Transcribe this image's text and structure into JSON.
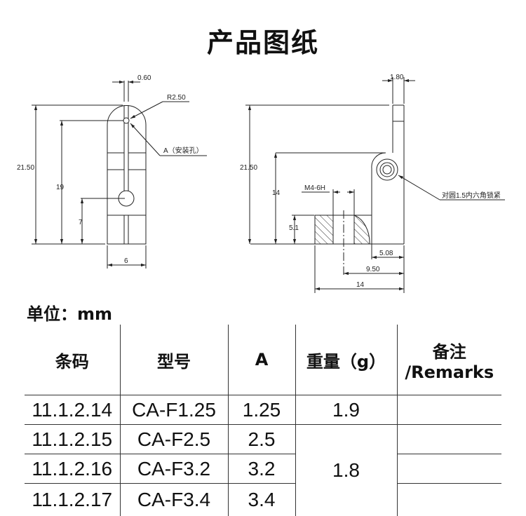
{
  "title": "产品图纸",
  "drawing": {
    "front": {
      "dim_slot": "0.60",
      "dim_radius": "R2.50",
      "label_hole": "A（安装孔）",
      "dim_height": "21.50",
      "dim_hole_top": "19",
      "dim_hole_bottom": "7",
      "dim_width": "6"
    },
    "side": {
      "dim_plate": "1.80",
      "dim_height": "21.50",
      "dim_arm": "14",
      "dim_base": "5.1",
      "thread": "M4-6H",
      "label_lock": "对圆1.5内六角锁紧",
      "dim_a": "5.08",
      "dim_b": "9.50",
      "dim_c": "14"
    }
  },
  "unit_label": "单位：mm",
  "table": {
    "headers": [
      "条码",
      "型号",
      "A",
      "重量（g）",
      "备注",
      "/Remarks"
    ],
    "rows": [
      {
        "code": "11.1.2.14",
        "model": "CA-F1.25",
        "a": "1.25"
      },
      {
        "code": "11.1.2.15",
        "model": "CA-F2.5",
        "a": "2.5"
      },
      {
        "code": "11.1.2.16",
        "model": "CA-F3.2",
        "a": "3.2"
      },
      {
        "code": "11.1.2.17",
        "model": "CA-F3.4",
        "a": "3.4"
      }
    ],
    "weights": [
      "1.9",
      "1.8"
    ]
  }
}
